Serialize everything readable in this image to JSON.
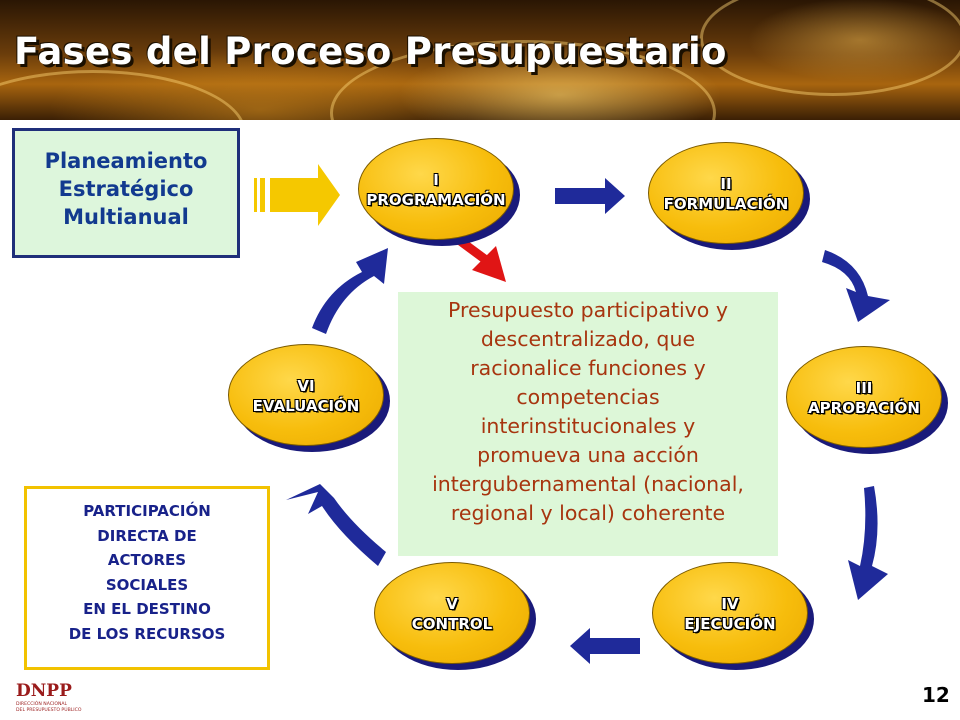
{
  "title": "Fases del Proceso Presupuestario",
  "planeamiento": [
    "Planeamiento",
    "Estratégico",
    "Multianual"
  ],
  "participacion": [
    "PARTICIPACIÓN",
    "DIRECTA DE",
    "ACTORES",
    "SOCIALES",
    "EN EL DESTINO",
    "DE LOS RECURSOS"
  ],
  "center_text": [
    "Presupuesto participativo y",
    "descentralizado, que",
    "racionalice funciones y",
    "competencias",
    "interinstitucionales y",
    "promueva una acción",
    "intergubernamental (nacional,",
    "regional y local) coherente"
  ],
  "phases": [
    {
      "num": "I",
      "name": "PROGRAMACIÓN"
    },
    {
      "num": "II",
      "name": "FORMULACIÓN"
    },
    {
      "num": "III",
      "name": "APROBACIÓN"
    },
    {
      "num": "IV",
      "name": "EJECUCIÓN"
    },
    {
      "num": "V",
      "name": "CONTROL"
    },
    {
      "num": "VI",
      "name": "EVALUACIÓN"
    }
  ],
  "logo": {
    "name": "DNPP",
    "subtitle_1": "DIRECCIÓN NACIONAL",
    "subtitle_2": "DEL PRESUPUESTO PÚBLICO"
  },
  "page_number": "12",
  "colors": {
    "phase_fill": "#f7bd0c",
    "arrow_blue": "#1f2a9a",
    "arrow_red": "#e01515",
    "arrow_yellow": "#f5c800",
    "center_text": "#a7350f",
    "planeamiento_text": "#123a8f"
  }
}
